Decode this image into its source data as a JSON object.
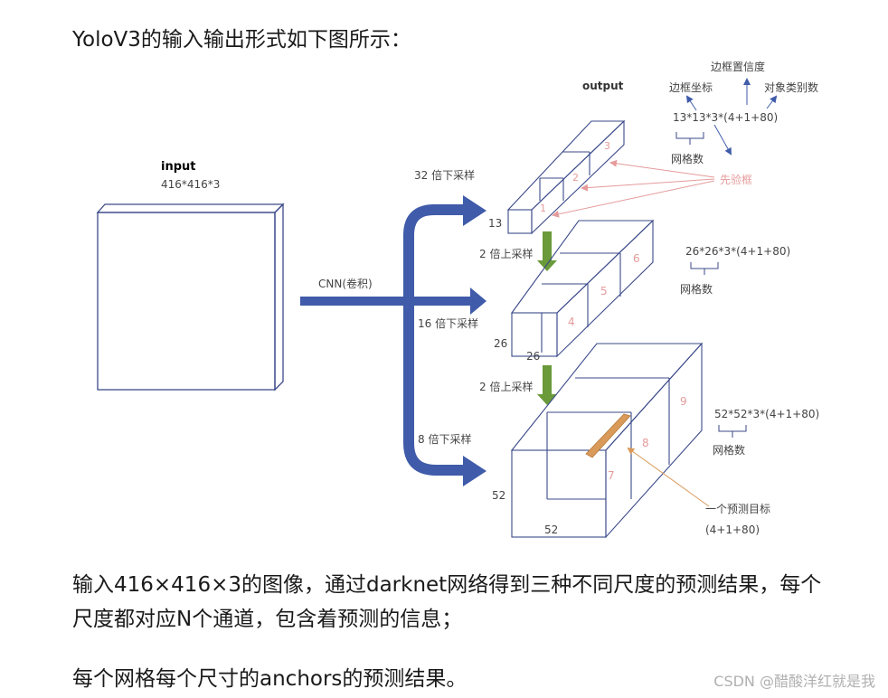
{
  "heading": "YoloV3的输入输出形式如下图所示：",
  "paragraphs": [
    "输入416×416×3的图像，通过darknet网络得到三种不同尺度的预测结果，每个尺度都对应N个通道，包含着预测的信息；",
    "每个网格每个尺寸的anchors的预测结果。"
  ],
  "watermark": "CSDN @醋酸洋红就是我",
  "diagram": {
    "input_title": "input",
    "input_dims": "416*416*3",
    "cnn_label": "CNN(卷积)",
    "output_title": "output",
    "downsample": [
      "32 倍下采样",
      "16 倍下采样",
      "8 倍下采样"
    ],
    "upsample": [
      "2 倍上采样",
      "2 倍上采样"
    ],
    "scale13": {
      "size": "13",
      "anchors": [
        "1",
        "2",
        "3"
      ],
      "formula": "13*13*3*(4+1+80)"
    },
    "scale26": {
      "size": "26",
      "size2": "26",
      "anchors": [
        "4",
        "5",
        "6"
      ],
      "formula": "26*26*3*(4+1+80)",
      "grid_label": "网格数"
    },
    "scale52": {
      "size": "52",
      "size2": "52",
      "anchors": [
        "7",
        "8",
        "9"
      ],
      "formula": "52*52*3*(4+1+80)",
      "grid_label": "网格数"
    },
    "annotations": {
      "box_confidence": "边框置信度",
      "box_coords": "边框坐标",
      "class_count": "对象类别数",
      "grid_count": "网格数",
      "prior_box": "先验框",
      "one_target": "一个预测目标",
      "target_size": "(4+1+80)"
    },
    "colors": {
      "blue": "#3f5ba9",
      "green": "#6a9a3a",
      "pink": "#e59b9b",
      "orange": "#d99a5a",
      "line": "#3b4a8a"
    }
  }
}
